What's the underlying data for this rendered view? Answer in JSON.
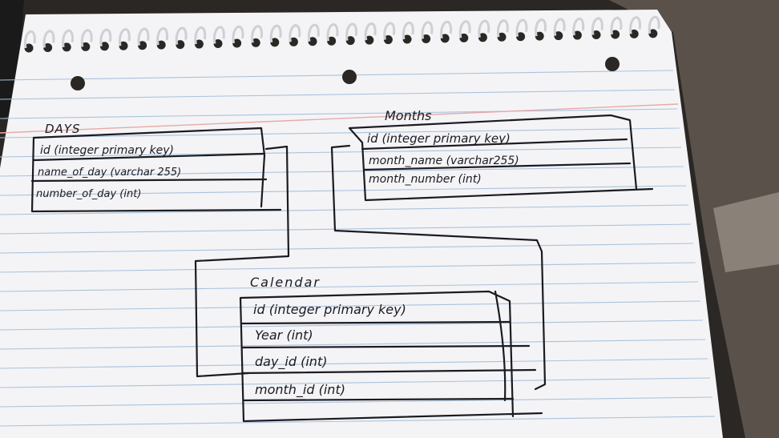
{
  "tables": [
    {
      "id": "days",
      "title": "DAYS",
      "fields": [
        "id (integer primary key)",
        "name_of_day (varchar 255)",
        "number_of_day (int)"
      ]
    },
    {
      "id": "months",
      "title": "Months",
      "fields": [
        "id (integer primary key)",
        "month_name (varchar255)",
        "month_number (int)"
      ]
    },
    {
      "id": "calendar",
      "title": "Calendar",
      "fields": [
        "id (integer primary key)",
        "Year (int)",
        "day_id (int)",
        "month_id (int)"
      ]
    }
  ],
  "colors": {
    "paper": "#f4f4f6",
    "rule_line": "#a9c2dc",
    "margin_line": "#e7a9a9",
    "ink": "#1b1b22",
    "background": "#2a2724"
  }
}
